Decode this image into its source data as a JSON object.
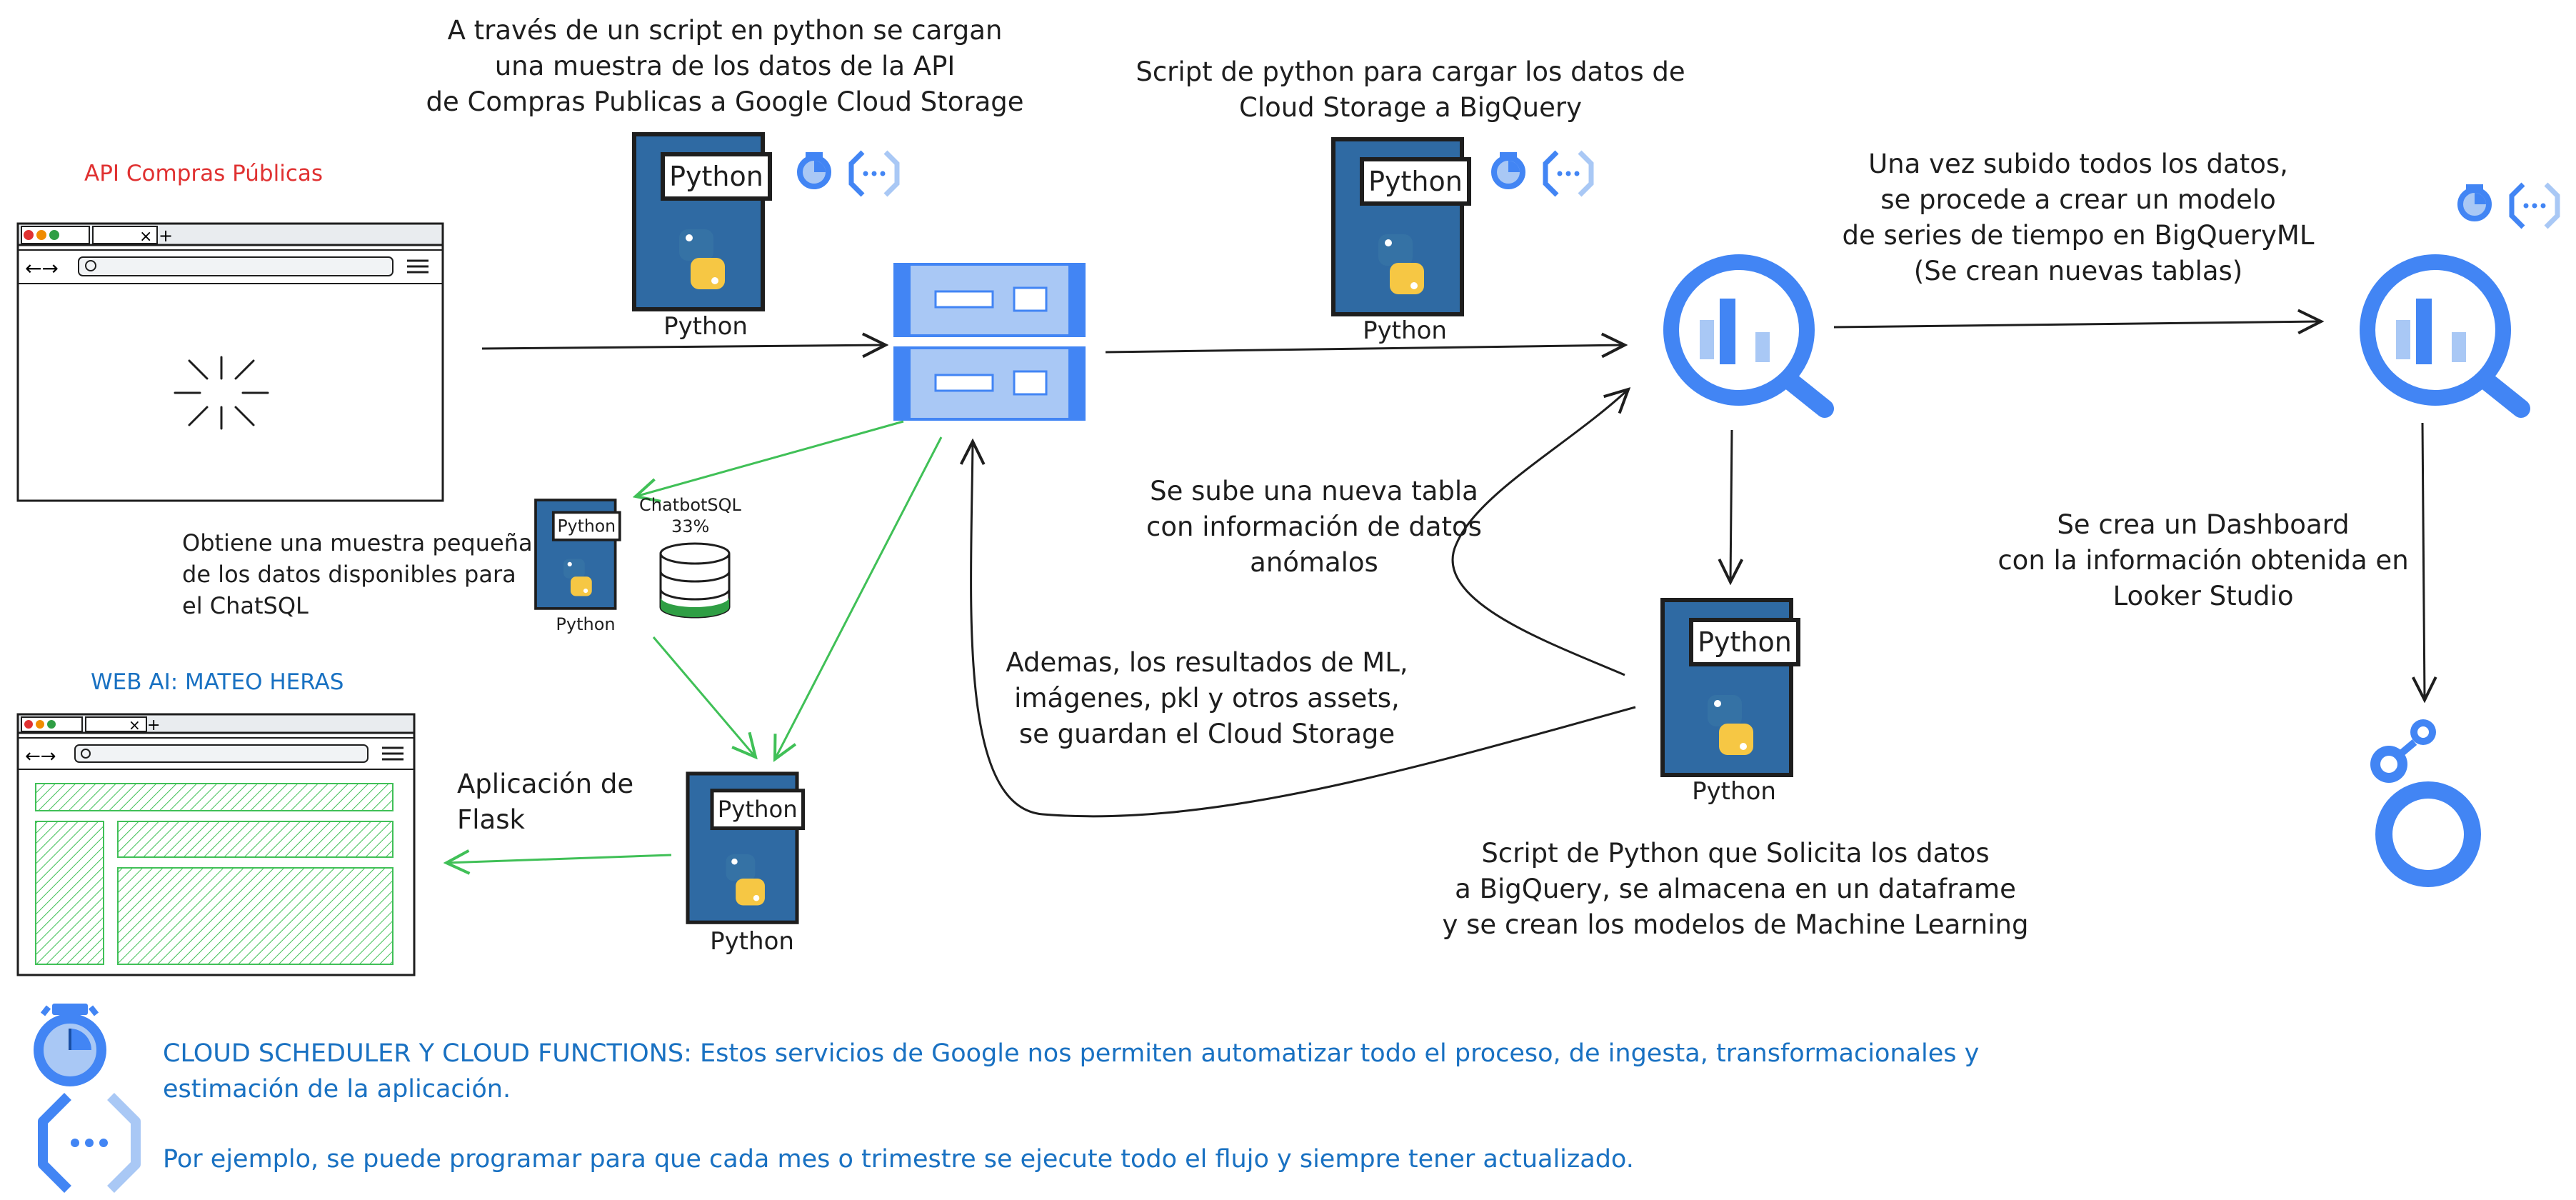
{
  "notes": {
    "api_script": [
      "A través de un script en python se cargan",
      "una muestra de los datos de la API",
      "de Compras Publicas a Google Cloud Storage"
    ],
    "bq_script": [
      "Script de python para cargar los datos de",
      "Cloud Storage a BigQuery"
    ],
    "bqml": [
      "Una vez subido todos los datos,",
      "se procede a crear un modelo",
      "de series de tiempo en BigQueryML",
      "(Se crean nuevas tablas)"
    ],
    "anomalies": [
      "Se sube una nueva tabla",
      "con información de datos",
      "anómalos"
    ],
    "ml_results": [
      "Ademas, los resultados de ML,",
      "imágenes, pkl y otros assets,",
      "se guardan el Cloud Storage"
    ],
    "dashboard": [
      "Se crea un Dashboard",
      "con la información obtenida en",
      "Looker Studio"
    ],
    "ml_script": [
      "Script de Python que Solicita los datos",
      "a BigQuery, se almacena en un dataframe",
      "y se crean los modelos de Machine Learning"
    ],
    "chatsql": [
      "Obtiene una muestra pequeña",
      "de los datos disponibles para",
      "el ChatSQL"
    ],
    "flask": [
      "Aplicación de",
      "Flask"
    ]
  },
  "labels": {
    "api_title": "API Compras Públicas",
    "web_title": "WEB AI: MATEO HERAS",
    "python": "Python",
    "chatbot_name": "ChatbotSQL",
    "chatbot_percent": "33%"
  },
  "footer": {
    "line1": "CLOUD SCHEDULER Y CLOUD FUNCTIONS: Estos servicios de Google nos permiten automatizar todo el proceso, de ingesta, transformacionales y",
    "line2": "estimación de la aplicación.",
    "line3": "Por ejemplo, se puede programar para que cada mes o trimestre se ejecute todo el flujo y siempre tener actualizado."
  },
  "colors": {
    "python_blue": "#2f6aa3",
    "python_yellow": "#f6c744",
    "gcp_blue": "#4285f4",
    "light_blue": "#a9c8f5",
    "green": "#40c057",
    "red": "#e03131",
    "footer_blue": "#1971c2"
  }
}
